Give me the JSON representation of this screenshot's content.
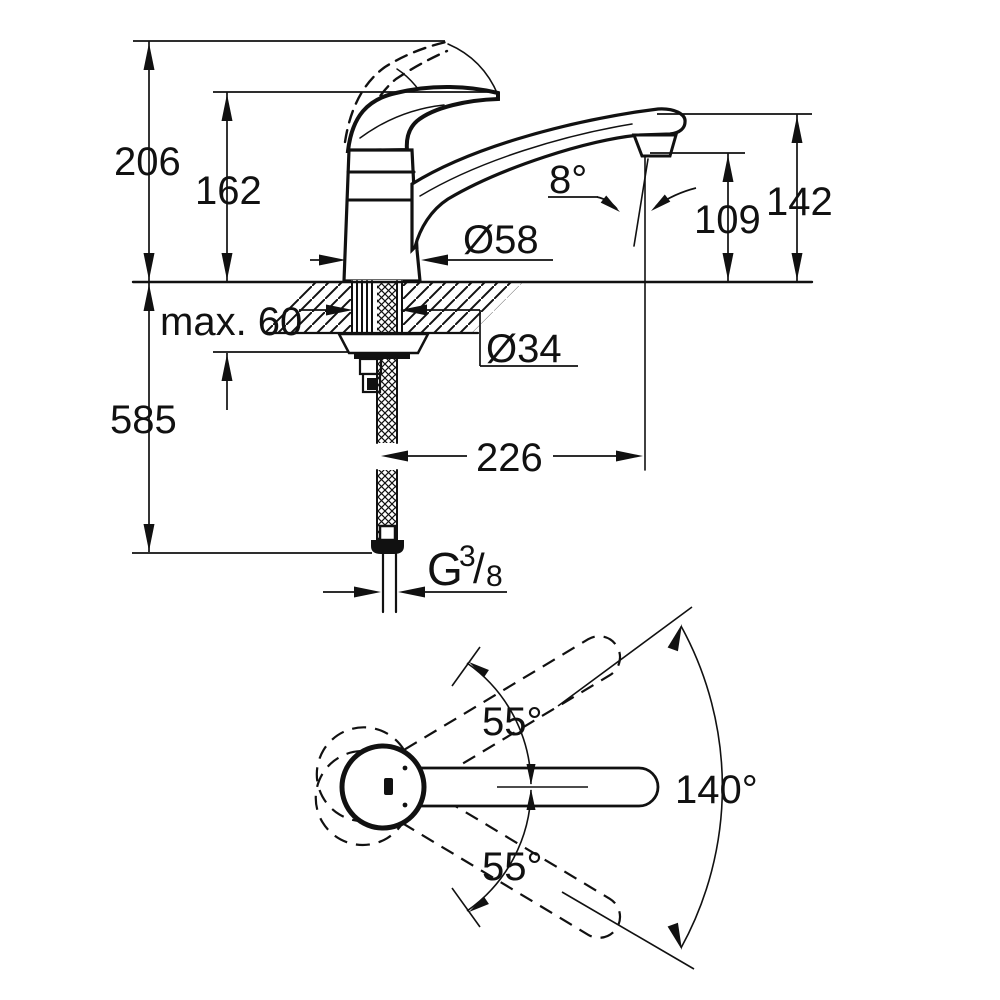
{
  "drawing": {
    "kind": "faucet-installation-dimension-diagram",
    "colors": {
      "line": "#111111",
      "background": "#ffffff"
    },
    "dimensions": {
      "total_height": "206",
      "body_height": "162",
      "outlet_height": "109",
      "spout_top_height": "142",
      "spout_angle": "8°",
      "base_diameter": "Ø58",
      "hole_diameter": "Ø34",
      "max_deck_thickness": "max. 60",
      "below_deck_length": "585",
      "spout_reach": "226",
      "thread_letter": "G",
      "thread_numerator": "3",
      "thread_slash": "/",
      "thread_denominator": "8",
      "handle_swing_upper": "55°",
      "handle_swing_lower": "55°",
      "swivel_range": "140°"
    }
  }
}
